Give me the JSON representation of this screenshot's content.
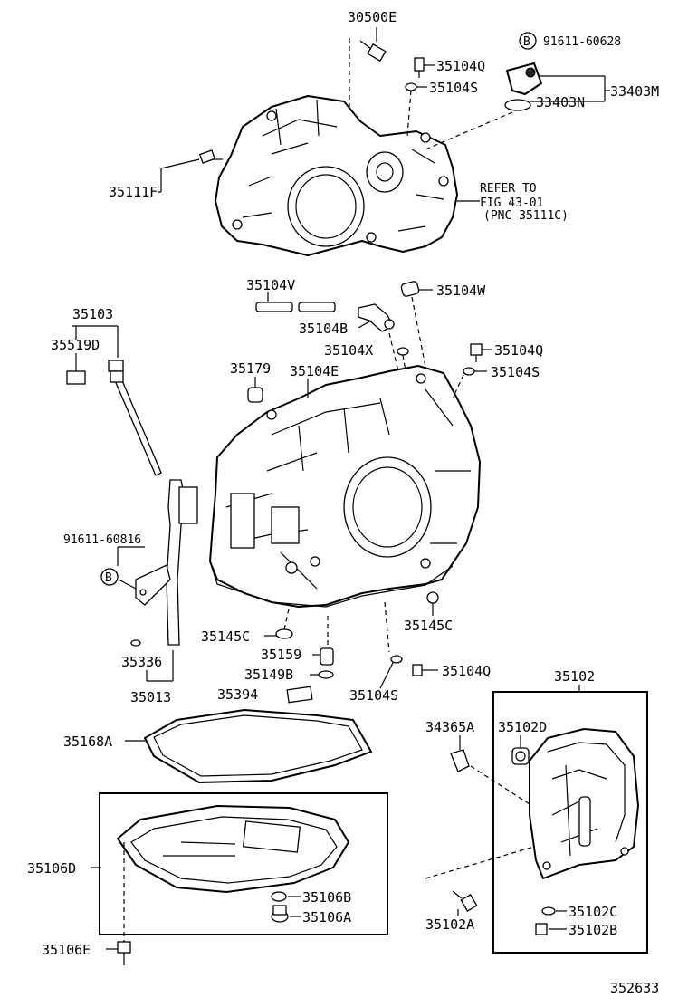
{
  "labels": {
    "p30500E": "30500E",
    "p91611_60628": "91611-60628",
    "p35104Q_top": "35104Q",
    "p35104S_top": "35104S",
    "p33403M": "33403M",
    "p33403N": "33403N",
    "p35111F": "35111F",
    "refer1": "REFER TO",
    "refer2": "FIG 43-01",
    "refer3": "(PNC 35111C)",
    "p35104V": "35104V",
    "p35104W": "35104W",
    "p35103": "35103",
    "p35519D": "35519D",
    "p35104B": "35104B",
    "p35104X": "35104X",
    "p35104Q_mid": "35104Q",
    "p35179": "35179",
    "p35104E": "35104E",
    "p35104S_mid": "35104S",
    "p91611_60816": "91611-60816",
    "p35145C_left": "35145C",
    "p35145C_right": "35145C",
    "p35159": "35159",
    "p35336": "35336",
    "p35149B": "35149B",
    "p35104Q_low": "35104Q",
    "p35394": "35394",
    "p35104S_low": "35104S",
    "p35013": "35013",
    "p35102": "35102",
    "p35168A": "35168A",
    "p34365A": "34365A",
    "p35102D": "35102D",
    "p35106D": "35106D",
    "p35106B": "35106B",
    "p35106A": "35106A",
    "p35102C": "35102C",
    "p35102A": "35102A",
    "p35102B": "35102B",
    "p35106E": "35106E",
    "figure_number": "352633",
    "marker_b": "B"
  }
}
